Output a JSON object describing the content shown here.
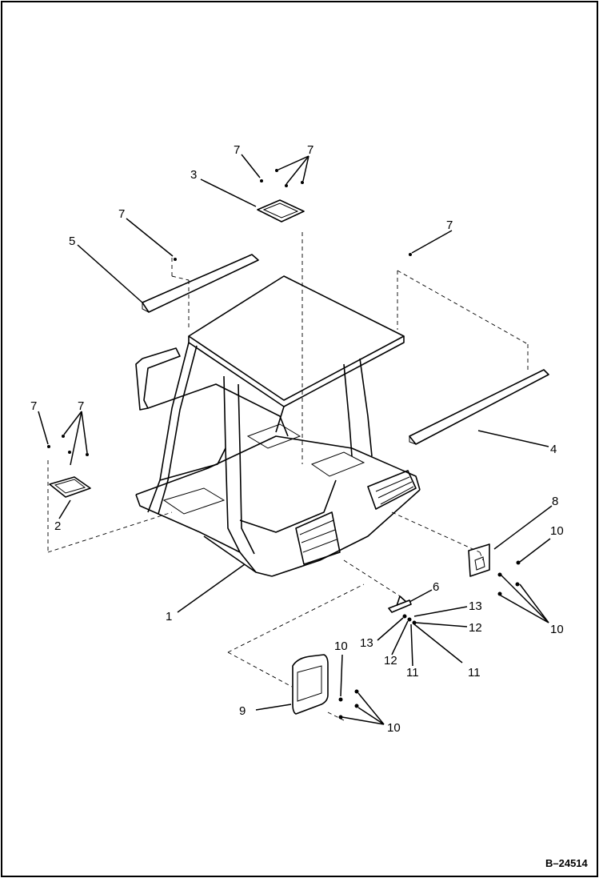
{
  "figure_code": "B–24514",
  "callouts": {
    "c1": "1",
    "c2": "2",
    "c3": "3",
    "c4": "4",
    "c5": "5",
    "c6": "6",
    "c7": "7",
    "c8": "8",
    "c9": "9",
    "c10": "10",
    "c11": "11",
    "c12": "12",
    "c13": "13"
  }
}
